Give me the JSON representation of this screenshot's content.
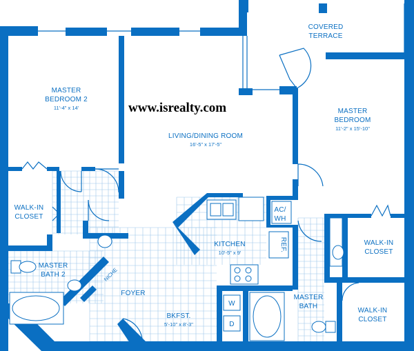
{
  "watermark": "www.isrealty.com",
  "rooms": {
    "covered_terrace": {
      "line1": "COVERED",
      "line2": "TERRACE"
    },
    "master_bedroom_2": {
      "line1": "MASTER",
      "line2": "BEDROOM 2",
      "dims": "11'-4\" x 14'"
    },
    "living_dining": {
      "line1": "LIVING/DINING ROOM",
      "dims": "16'-5\" x 17'-5\""
    },
    "master_bedroom": {
      "line1": "MASTER",
      "line2": "BEDROOM",
      "dims": "11'-2\" x 15'-10\""
    },
    "walk_in_closet_left": {
      "line1": "WALK-IN",
      "line2": "CLOSET"
    },
    "master_bath_2": {
      "line1": "MASTER",
      "line2": "BATH 2"
    },
    "kitchen": {
      "line1": "KITCHEN",
      "dims": "10'-5\" x 9'"
    },
    "foyer": {
      "line1": "FOYER"
    },
    "breakfast": {
      "line1": "BKFST.",
      "dims": "5'-10\" x 8'-3\""
    },
    "master_bath": {
      "line1": "MASTER",
      "line2": "BATH"
    },
    "walk_in_closet_right_upper": {
      "line1": "WALK-IN",
      "line2": "CLOSET"
    },
    "walk_in_closet_right_lower": {
      "line1": "WALK-IN",
      "line2": "CLOSET"
    }
  },
  "fixtures": {
    "ac_wh": {
      "line1": "AC/",
      "line2": "WH"
    },
    "ref": "REF.",
    "washer": "W",
    "dryer": "D",
    "niche": "NICHE"
  },
  "colors": {
    "wall": "#0a6fc2",
    "tile": "#9ec7ea",
    "background": "#ffffff",
    "watermark": "#000000"
  }
}
